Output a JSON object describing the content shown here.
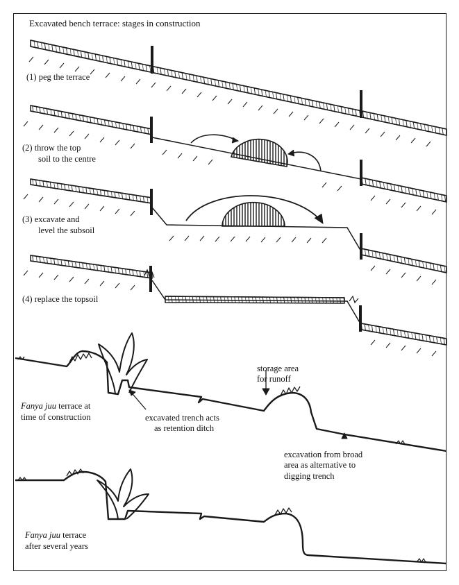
{
  "title": "Excavated bench terrace: stages in construction",
  "stages": [
    {
      "line1": "(1) peg the terrace"
    },
    {
      "line1": "(2) throw the top",
      "line2": "soil to the centre"
    },
    {
      "line1": "(3) excavate and",
      "line2": "level the subsoil"
    },
    {
      "line1": "(4) replace the topsoil"
    }
  ],
  "fanya_construction": {
    "italic": "Fanya juu",
    "rest": " terrace at",
    "line2": "time of construction"
  },
  "fanya_after": {
    "italic": "Fanya juu",
    "rest": " terrace",
    "line2": "after several years"
  },
  "annotations": {
    "storage_line1": "storage area",
    "storage_line2": "for runoff",
    "trench_line1": "excavated trench acts",
    "trench_line2": "as retention ditch",
    "broad_line1": "excavation from broad",
    "broad_line2": "area as alternative to",
    "broad_line3": "digging trench"
  },
  "colors": {
    "ink": "#1a1a1a",
    "paper": "#ffffff"
  }
}
